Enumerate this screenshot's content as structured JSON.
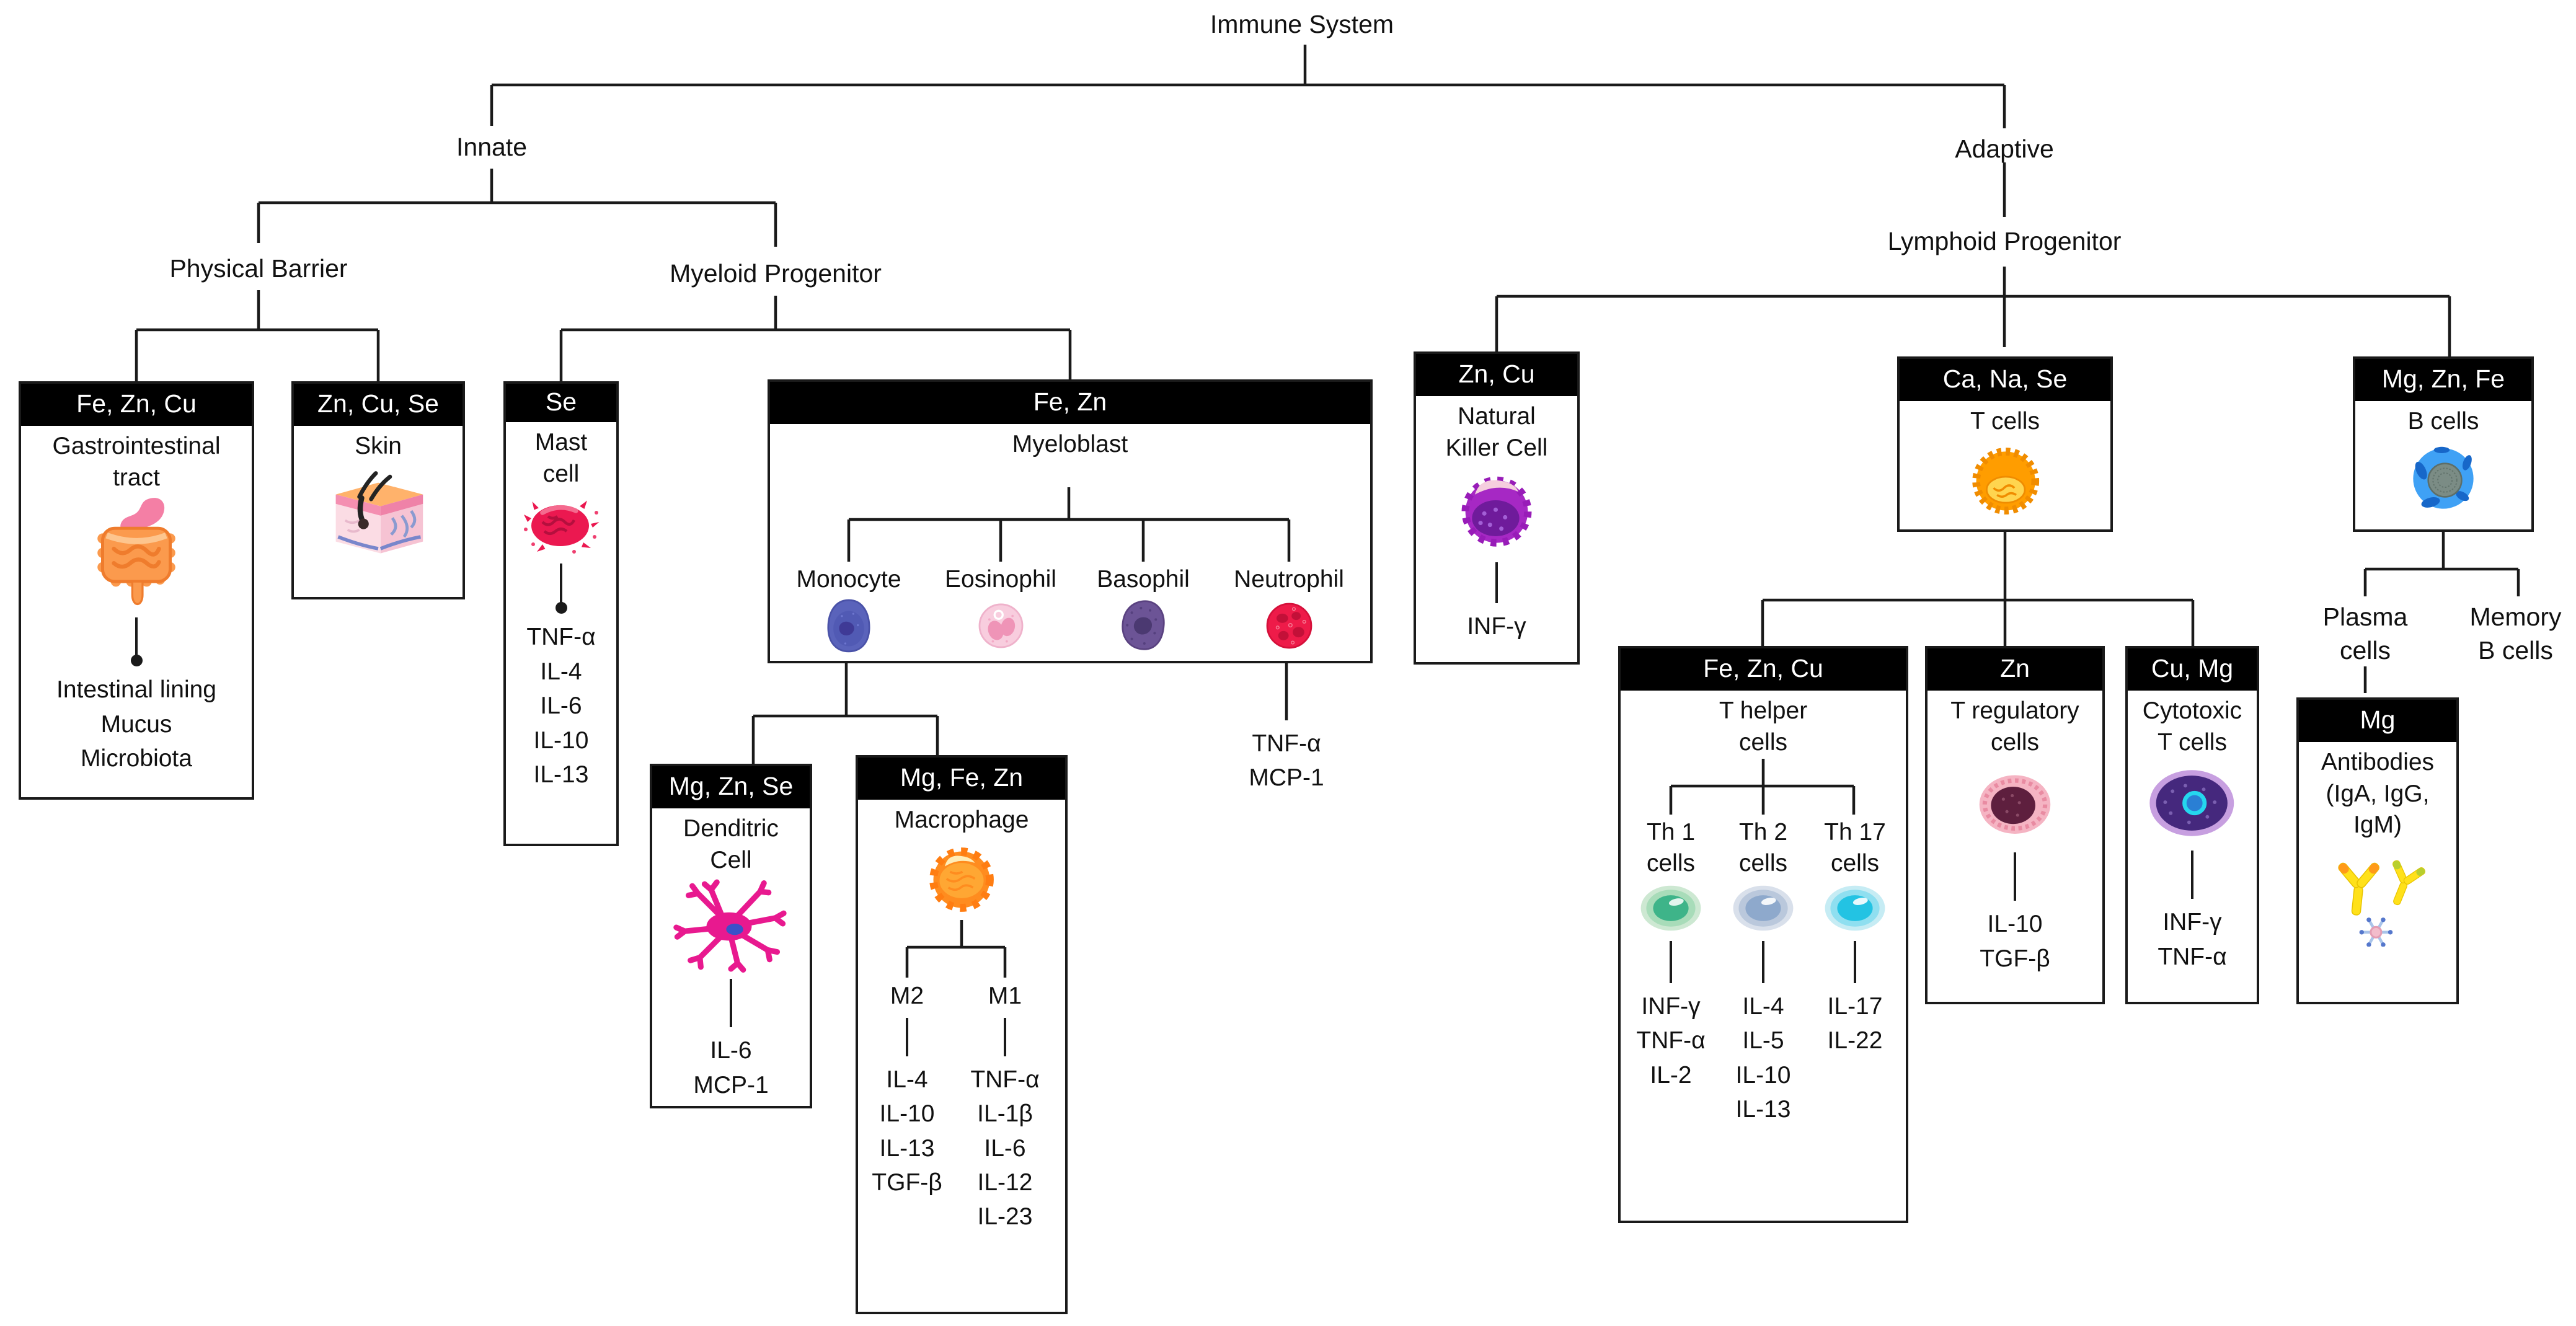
{
  "title": "Immune System",
  "branches": {
    "innate": "Innate",
    "adaptive": "Adaptive"
  },
  "groups": {
    "physical_barrier": "Physical Barrier",
    "myeloid_progenitor": "Myeloid Progenitor",
    "lymphoid_progenitor": "Lymphoid Progenitor"
  },
  "boxes": {
    "gi": {
      "minerals": "Fe, Zn, Cu",
      "title": [
        "Gastrointestinal",
        "tract"
      ],
      "icon": "gi-tract-icon",
      "outputs": [
        "Intestinal lining",
        "Mucus",
        "Microbiota"
      ]
    },
    "skin": {
      "minerals": "Zn, Cu, Se",
      "title": "Skin",
      "icon": "skin-icon"
    },
    "mast": {
      "minerals": "Se",
      "title": [
        "Mast",
        "cell"
      ],
      "icon": "mast-cell-icon",
      "outputs": [
        "TNF-α",
        "IL-4",
        "IL-6",
        "IL-10",
        "IL-13"
      ]
    },
    "myeloblast": {
      "minerals": "Fe, Zn",
      "title": "Myeloblast",
      "children": [
        {
          "label": "Monocyte",
          "icon": "monocyte-icon"
        },
        {
          "label": "Eosinophil",
          "icon": "eosinophil-icon"
        },
        {
          "label": "Basophil",
          "icon": "basophil-icon"
        },
        {
          "label": "Neutrophil",
          "icon": "neutrophil-icon"
        }
      ]
    },
    "neutrophil_outputs": [
      "TNF-α",
      "MCP-1"
    ],
    "dendritic": {
      "minerals": "Mg, Zn, Se",
      "title": [
        "Denditric",
        "Cell"
      ],
      "icon": "dendritic-cell-icon",
      "outputs": [
        "IL-6",
        "MCP-1"
      ]
    },
    "macrophage": {
      "minerals": "Mg, Fe, Zn",
      "title": "Macrophage",
      "icon": "macrophage-icon",
      "subsets": [
        {
          "label": "M2",
          "outputs": [
            "IL-4",
            "IL-10",
            "IL-13",
            "TGF-β"
          ]
        },
        {
          "label": "M1",
          "outputs": [
            "TNF-α",
            "IL-1β",
            "IL-6",
            "IL-12",
            "IL-23"
          ]
        }
      ]
    },
    "nk": {
      "minerals": "Zn, Cu",
      "title": [
        "Natural",
        "Killer Cell"
      ],
      "icon": "nk-cell-icon",
      "outputs": [
        "INF-γ"
      ]
    },
    "tcells": {
      "minerals": "Ca, Na, Se",
      "title": "T cells",
      "icon": "t-cell-icon"
    },
    "bcells": {
      "minerals": "Mg, Zn, Fe",
      "title": "B cells",
      "icon": "b-cell-icon"
    },
    "thelper": {
      "minerals": "Fe, Zn, Cu",
      "title": [
        "T helper",
        "cells"
      ],
      "subsets": [
        {
          "label": [
            "Th 1",
            "cells"
          ],
          "icon": "th1-cell-icon",
          "outputs": [
            "INF-γ",
            "TNF-α",
            "IL-2"
          ]
        },
        {
          "label": [
            "Th 2",
            "cells"
          ],
          "icon": "th2-cell-icon",
          "outputs": [
            "IL-4",
            "IL-5",
            "IL-10",
            "IL-13"
          ]
        },
        {
          "label": [
            "Th 17",
            "cells"
          ],
          "icon": "th17-cell-icon",
          "outputs": [
            "IL-17",
            "IL-22"
          ]
        }
      ]
    },
    "treg": {
      "minerals": "Zn",
      "title": [
        "T regulatory",
        "cells"
      ],
      "icon": "treg-cell-icon",
      "outputs": [
        "IL-10",
        "TGF-β"
      ]
    },
    "cytotoxic": {
      "minerals": "Cu, Mg",
      "title": [
        "Cytotoxic",
        "T cells"
      ],
      "icon": "cytotoxic-t-cell-icon",
      "outputs": [
        "INF-γ",
        "TNF-α"
      ]
    },
    "plasma": {
      "label": [
        "Plasma",
        "cells"
      ]
    },
    "memory": {
      "label": [
        "Memory",
        "B cells"
      ]
    },
    "antibodies": {
      "minerals": "Mg",
      "title": [
        "Antibodies",
        "(IgA, IgG,",
        "IgM)"
      ],
      "icon": "antibody-icons"
    }
  },
  "colors": {
    "header_bg": "#000000",
    "header_text": "#ffffff",
    "border": "#1a1a1a",
    "line": "#1a1a1a",
    "mast_cell": "#eb1850",
    "monocyte": "#5a63bb",
    "eosinophil": "#f3a9c4",
    "basophil": "#6c5496",
    "neutrophil": "#ee1b49",
    "dendritic": "#e8198f",
    "macrophage": "#ff8c1f",
    "nk_cell": "#a628c4",
    "t_cell": "#ff9900",
    "b_cell": "#3fa1f5",
    "th1": "#3eb489",
    "th2": "#8ea9cc",
    "th17": "#23c3e3",
    "treg": "#5e1f3e",
    "cytotoxic": "#45287d",
    "gi_tract": "#fb9a4d",
    "skin": "#ffb26b",
    "antibody": "#ffe11a"
  }
}
